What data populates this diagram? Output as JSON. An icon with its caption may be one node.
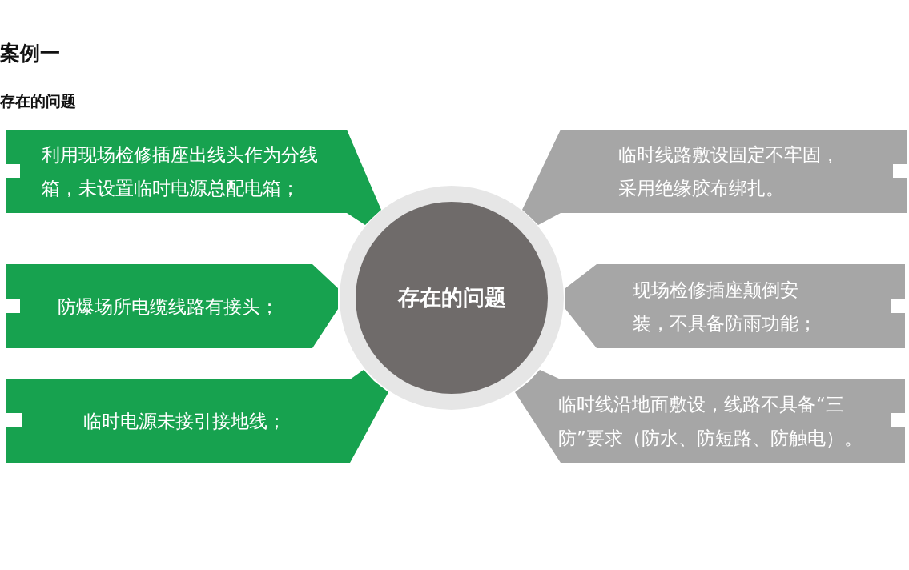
{
  "diagram": {
    "title": "案例一",
    "nodes": [
      {
        "text": [
          "利用现场检修插座出线头作为分线箱，未设置临时电源总配电箱；"
        ]
      },
      {
        "text": [
          "防爆场所电缆线路有接头；"
        ]
      },
      {
        "text": [
          "临时电源未接引接地线；"
        ]
      },
      {
        "text": [
          "临时线路敷设固定不牢固，采用绝缘胶布绑扎。"
        ]
      },
      {
        "text": [
          "现场检修插座颠倒安装，不具备防雨功能；"
        ]
      },
      {
        "text": [
          "临时线沿地面敷设，线路不具备“三防”要求（防水、防短路、防触电）。"
        ]
      },
      {
        "text": [
          "存在的问题"
        ]
      }
    ],
    "labels": [
      "存在的问题"
    ]
  }
}
